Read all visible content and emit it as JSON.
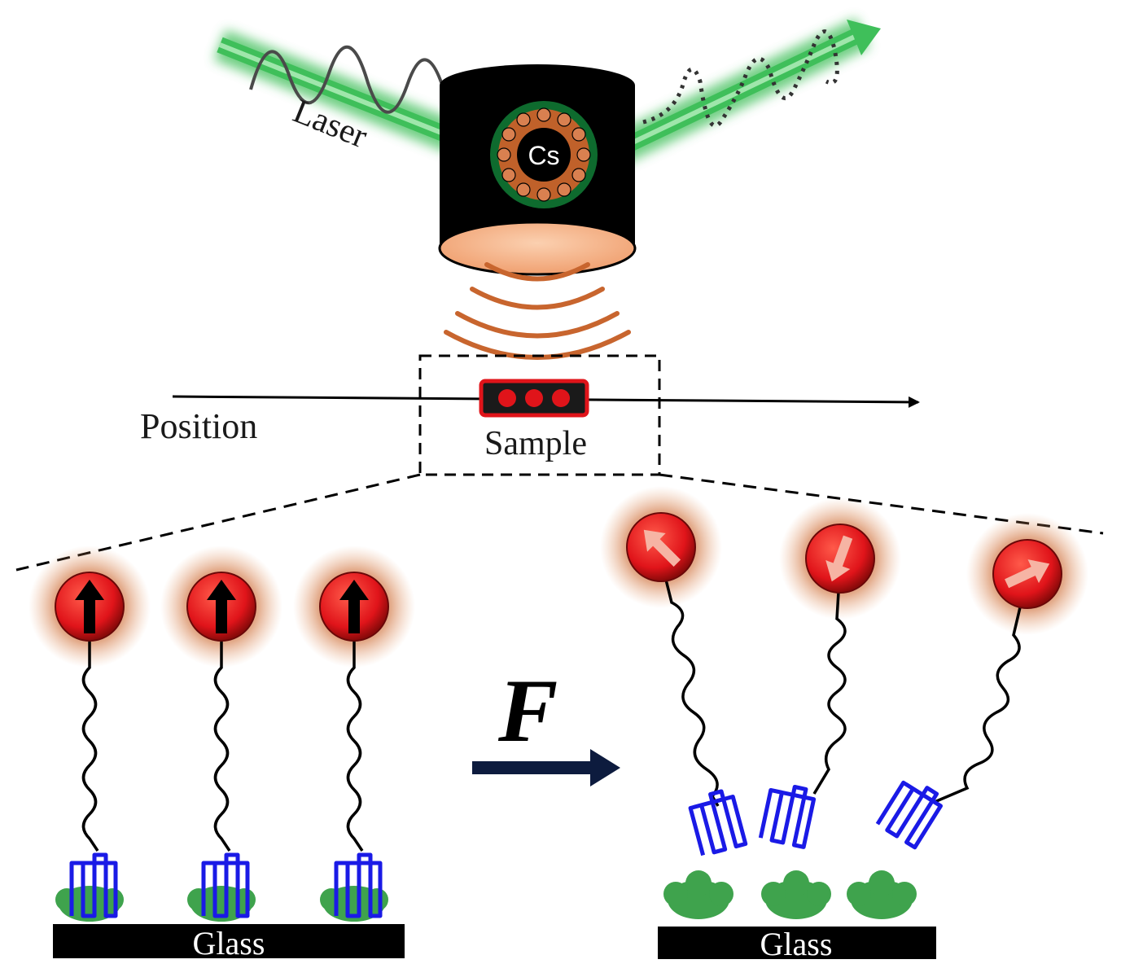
{
  "labels": {
    "laser": "Laser",
    "cs": "Cs",
    "position": "Position",
    "sample": "Sample",
    "force": "F",
    "glass_left": "Glass",
    "glass_right": "Glass"
  },
  "colors": {
    "laser_beam": "#3fbf5a",
    "sensor_body": "#000000",
    "cs_ring": "#c0612a",
    "emission_waves": "#c8652e",
    "bead": "#e0141a",
    "bead_halo": "#c8652e",
    "linker": "#000000",
    "receptor_loop": "#1a1ae6",
    "ligand": "#3fa34d",
    "glass": "#000000",
    "force_arrow": "#0d1b3e"
  },
  "icons": {
    "spin_arrow": "arrow-icon",
    "laser_wave": "sine-wave-icon"
  }
}
